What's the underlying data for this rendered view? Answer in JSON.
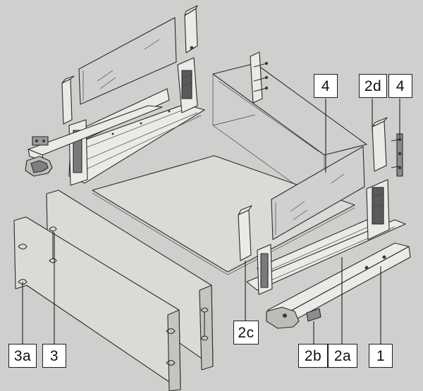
{
  "labels": {
    "drawer_side": "1",
    "rail": "2a",
    "rail_stop": "2b",
    "front_connector": "2c",
    "back_connector": "2d",
    "front_fitting": "3",
    "front_fitting_alt": "3a",
    "glass_insert": "4",
    "glass_bracket": "4"
  },
  "colors": {
    "background": "#d0cfcd",
    "panel_fill": "#dcdad6",
    "glass_fill": "#cfd1d1",
    "part_fill": "#ebeae7",
    "line": "#2a2a2a",
    "label_fill": "#ffffff"
  }
}
